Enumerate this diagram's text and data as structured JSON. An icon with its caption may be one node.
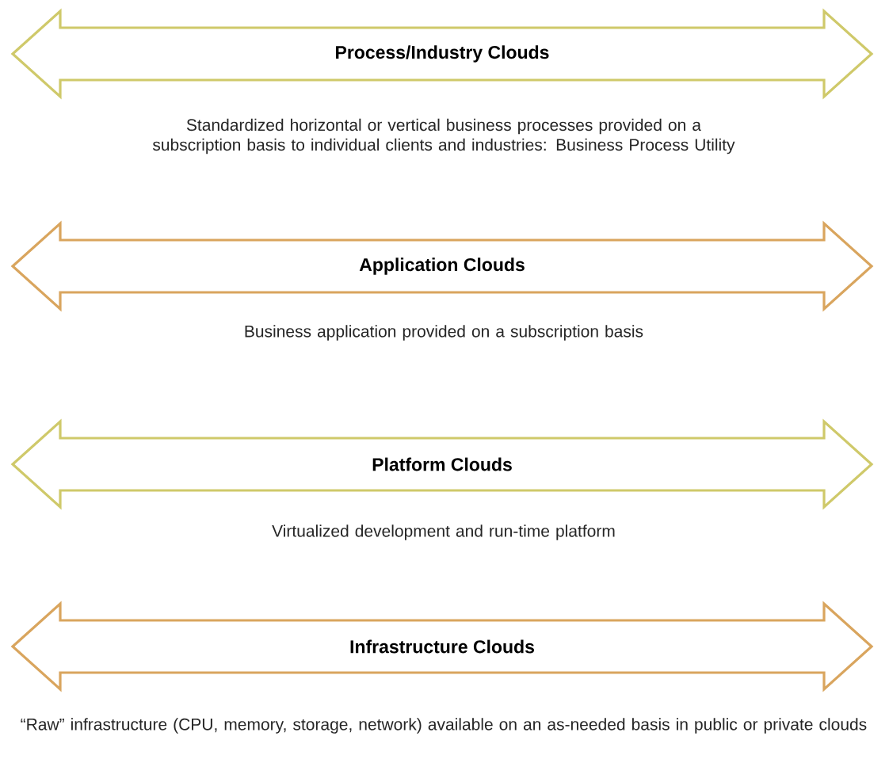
{
  "diagram": {
    "nodes": [
      {
        "text": [
          "Process/Industry Clouds"
        ],
        "beside": [
          "Standardized horizontal or vertical business processes provided on a subscription basis to individual clients and industries: Business Process Utility"
        ]
      },
      {
        "text": [
          "Application Clouds"
        ],
        "beside": [
          "Business application provided on a subscription basis"
        ]
      },
      {
        "text": [
          "Platform Clouds"
        ],
        "beside": [
          "Virtualized development and run-time platform"
        ]
      },
      {
        "text": [
          "Infrastructure Clouds"
        ],
        "beside": [
          "“Raw” infrastructure (CPU, memory, storage, network) available on an as-needed basis in public or private clouds"
        ]
      }
    ]
  }
}
